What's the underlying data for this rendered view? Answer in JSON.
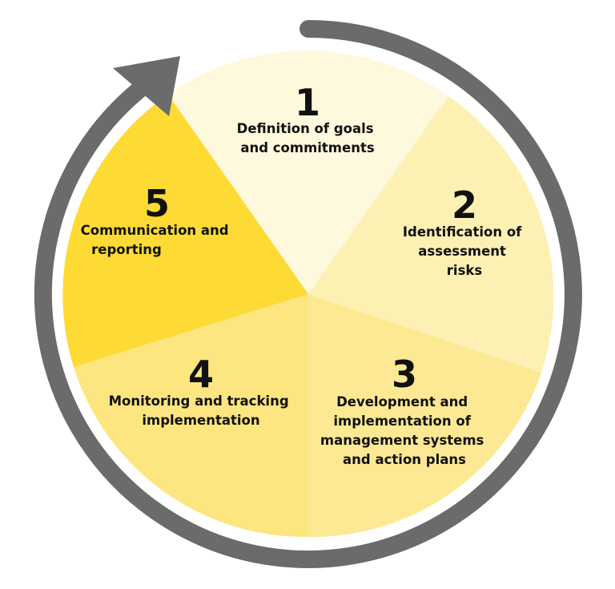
{
  "colors": {
    "ring": "#6b6b6b",
    "segment_1": "#fef8dc",
    "segment_2": "#fdf0b3",
    "segment_3": "#fde993",
    "segment_4": "#fde57f",
    "segment_5": "#fddb34"
  },
  "steps": [
    {
      "number": "1",
      "label_lines": [
        "Definition of goals",
        "and commitments"
      ]
    },
    {
      "number": "2",
      "label_lines": [
        "Identification of",
        "assessment",
        "risks"
      ]
    },
    {
      "number": "3",
      "label_lines": [
        "Development and",
        "implementation of",
        "management systems",
        "and action plans"
      ]
    },
    {
      "number": "4",
      "label_lines": [
        "Monitoring and tracking",
        "implementation"
      ]
    },
    {
      "number": "5",
      "label_lines": [
        "Communication and",
        "reporting"
      ]
    }
  ]
}
